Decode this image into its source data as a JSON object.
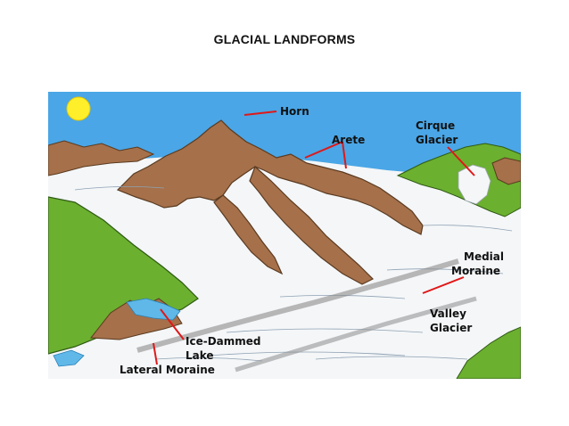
{
  "title": "GLACIAL LANDFORMS",
  "labels": {
    "horn": "Horn",
    "arete": "Arete",
    "cirque_line1": "Cirque",
    "cirque_line2": "Glacier",
    "medial_line1": "Medial",
    "medial_line2": "Moraine",
    "valley_line1": "Valley",
    "valley_line2": "Glacier",
    "icedammed_line1": "Ice-Dammed",
    "icedammed_line2": "Lake",
    "lateral": "Lateral Moraine"
  },
  "colors": {
    "sky": "#4aa6e6",
    "sun": "#ffef2a",
    "rock": "#a5704a",
    "vegetation": "#6bb02f",
    "ice": "#f4f6f8",
    "water": "#5fb8e8",
    "pointer": "#e01818"
  }
}
